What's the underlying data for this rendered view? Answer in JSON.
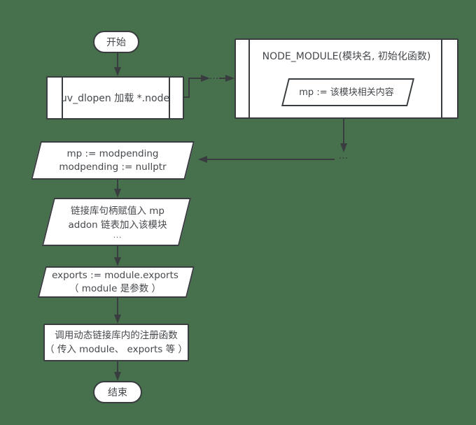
{
  "colors": {
    "background": "#47704d",
    "shape_fill": "#ffffff",
    "stroke": "#393d40",
    "text": "#45484c"
  },
  "nodes": {
    "start": {
      "label": "开始"
    },
    "load": {
      "label": "uv_dlopen 加载 *.node"
    },
    "node_module": {
      "title": "NODE_MODULE(模块名, 初始化函数)",
      "inner": "mp := 该模块相关内容"
    },
    "modpending": {
      "lines": [
        "mp := modpending",
        "modpending := nullptr"
      ]
    },
    "handle": {
      "lines": [
        "链接库句柄赋值入 mp",
        "addon 链表加入该模块",
        "..."
      ]
    },
    "exports": {
      "lines": [
        "exports := module.exports",
        "（ module 是参数 ）"
      ]
    },
    "register": {
      "lines": [
        "调用动态链接库内的注册函数",
        "（ 传入 module、 exports 等 ）"
      ]
    },
    "end": {
      "label": "结束"
    }
  },
  "connectors": {
    "ellipsis_top": "...",
    "ellipsis_mid": "..."
  }
}
